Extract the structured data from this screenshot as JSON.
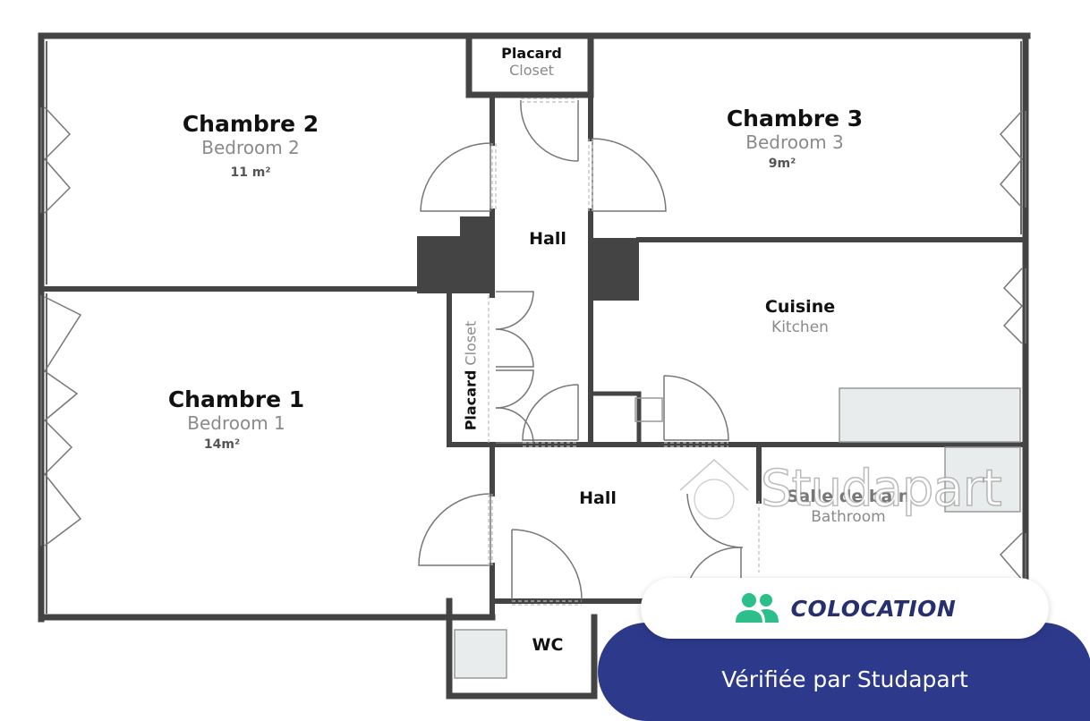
{
  "rooms": {
    "bedroom2": {
      "fr": "Chambre 2",
      "en": "Bedroom 2",
      "area": "11 m²"
    },
    "bedroom3": {
      "fr": "Chambre 3",
      "en": "Bedroom 3",
      "area": "9m²"
    },
    "bedroom1": {
      "fr": "Chambre 1",
      "en": "Bedroom 1",
      "area": "14m²"
    },
    "closet_top": {
      "fr": "Placard",
      "en": "Closet"
    },
    "closet_side": {
      "fr": "Placard",
      "en": "Closet"
    },
    "hall_upper": {
      "fr": "Hall"
    },
    "hall_lower": {
      "fr": "Hall"
    },
    "kitchen": {
      "fr": "Cuisine",
      "en": "Kitchen"
    },
    "bathroom": {
      "fr": "Salle de bain",
      "en": "Bathroom"
    },
    "wc": {
      "fr": "WC"
    }
  },
  "watermark": {
    "text": "Studapart"
  },
  "badge": {
    "label": "COLOCATION",
    "verified": "Vérifiée par Studapart"
  },
  "icons": {
    "watermark": "house-logo-icon",
    "badge": "users-icon"
  },
  "colors": {
    "wall": "#444444",
    "badge_text": "#27306e",
    "verified_bg": "#2d3a8c",
    "icon_green": "#2cbf8a"
  }
}
